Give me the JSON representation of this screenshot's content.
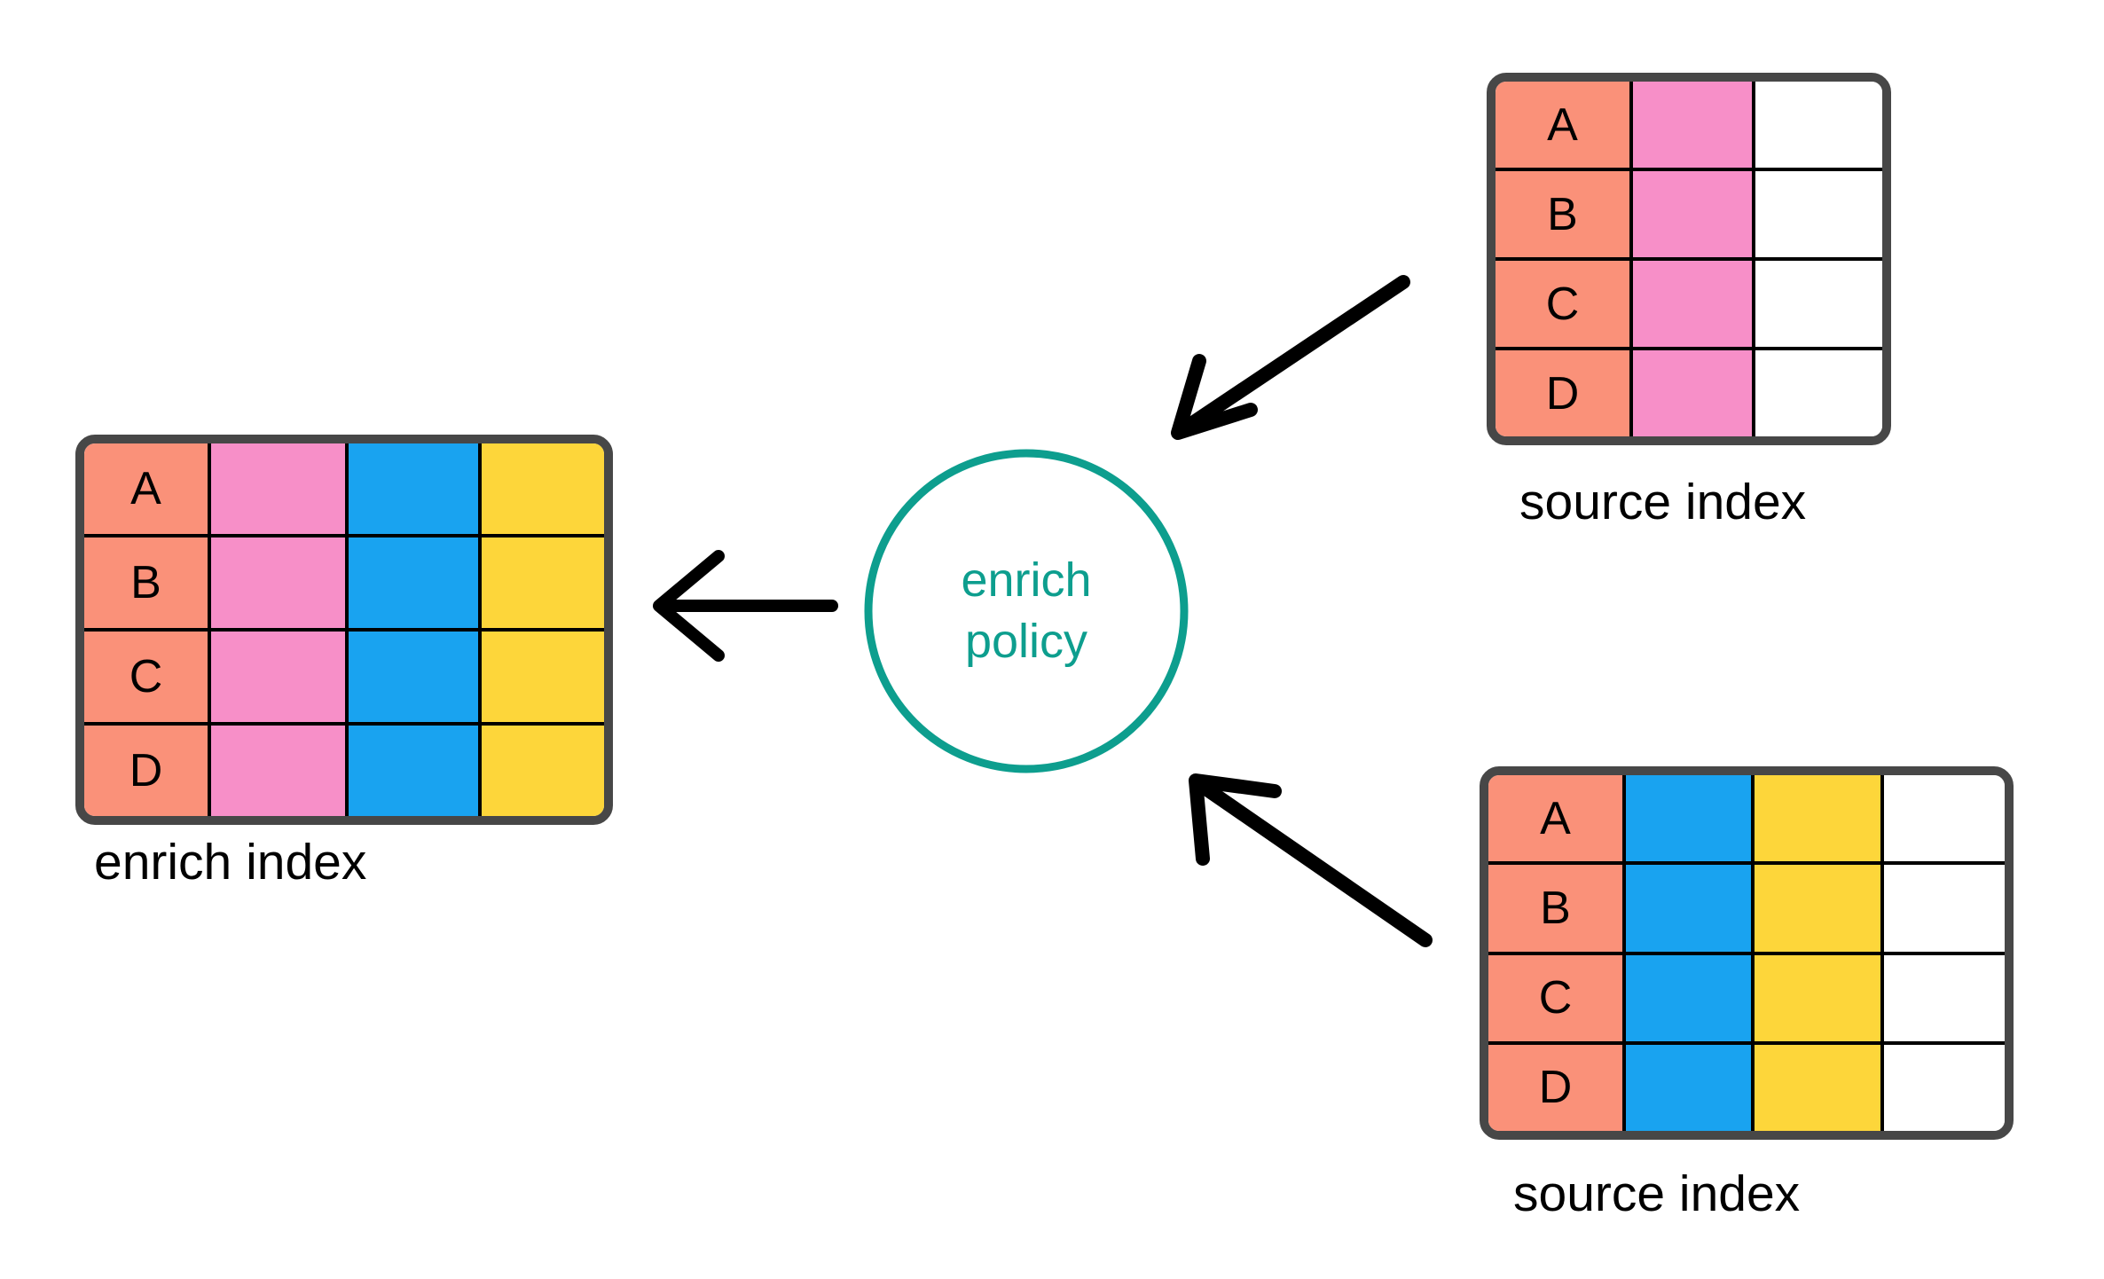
{
  "diagram": {
    "title": "enrich policy diagram",
    "background": "#ffffff"
  },
  "colors": {
    "key_orange": "#FA9179",
    "pink": "#F78FC8",
    "blue": "#19A3F0",
    "yellow": "#FDD63A",
    "white": "#FFFFFF",
    "table_border": "#474747",
    "cell_border": "#000000",
    "teal": "#0D9E8E",
    "arrow": "#000000",
    "text": "#000000"
  },
  "enrich_index": {
    "caption": "enrich index",
    "columns": [
      "key",
      "pink-field",
      "blue-field",
      "yellow-field"
    ],
    "column_colors": [
      "#FA9179",
      "#F78FC8",
      "#19A3F0",
      "#FDD63A"
    ],
    "rows": [
      {
        "key": "A",
        "cells": [
          "A",
          "",
          "",
          ""
        ]
      },
      {
        "key": "B",
        "cells": [
          "B",
          "",
          "",
          ""
        ]
      },
      {
        "key": "C",
        "cells": [
          "C",
          "",
          "",
          ""
        ]
      },
      {
        "key": "D",
        "cells": [
          "D",
          "",
          "",
          ""
        ]
      }
    ]
  },
  "source_index_top": {
    "caption": "source index",
    "columns": [
      "key",
      "pink-field",
      "empty-field"
    ],
    "column_colors": [
      "#FA9179",
      "#F78FC8",
      "#FFFFFF"
    ],
    "rows": [
      {
        "key": "A",
        "cells": [
          "A",
          "",
          ""
        ]
      },
      {
        "key": "B",
        "cells": [
          "B",
          "",
          ""
        ]
      },
      {
        "key": "C",
        "cells": [
          "C",
          "",
          ""
        ]
      },
      {
        "key": "D",
        "cells": [
          "D",
          "",
          ""
        ]
      }
    ]
  },
  "source_index_bottom": {
    "caption": "source index",
    "columns": [
      "key",
      "blue-field",
      "yellow-field",
      "empty-field"
    ],
    "column_colors": [
      "#FA9179",
      "#19A3F0",
      "#FDD63A",
      "#FFFFFF"
    ],
    "rows": [
      {
        "key": "A",
        "cells": [
          "A",
          "",
          "",
          ""
        ]
      },
      {
        "key": "B",
        "cells": [
          "B",
          "",
          "",
          ""
        ]
      },
      {
        "key": "C",
        "cells": [
          "C",
          "",
          "",
          ""
        ]
      },
      {
        "key": "D",
        "cells": [
          "D",
          "",
          "",
          ""
        ]
      }
    ]
  },
  "enrich_policy": {
    "line1": "enrich",
    "line2": "policy",
    "shape": "circle",
    "stroke": "#0D9E8E"
  },
  "arrows": [
    {
      "name": "arrow-policy-to-enrich-index",
      "direction": "left"
    },
    {
      "name": "arrow-source-top-to-policy",
      "direction": "down-left"
    },
    {
      "name": "arrow-source-bottom-to-policy",
      "direction": "up-left"
    }
  ]
}
